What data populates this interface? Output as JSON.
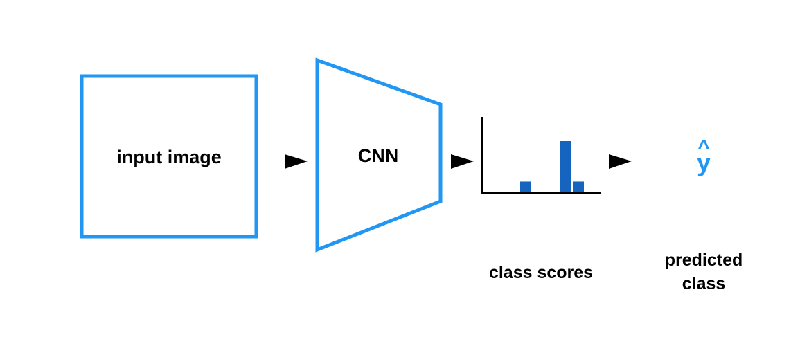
{
  "nodes": {
    "input_image": {
      "label": "input image"
    },
    "cnn": {
      "label": "CNN"
    },
    "class_scores": {
      "label": "class scores"
    },
    "predicted_class": {
      "symbol_hat": "^",
      "symbol": "y",
      "label_line1": "predicted",
      "label_line2": "class"
    }
  },
  "class_scores_bars": [
    0.21,
    0.0,
    0.0,
    1.0,
    0.21
  ],
  "colors": {
    "outline": "#2196f3",
    "bar": "#1565c0",
    "axis": "#000000",
    "arrow": "#000000",
    "symbol": "#2196f3"
  }
}
